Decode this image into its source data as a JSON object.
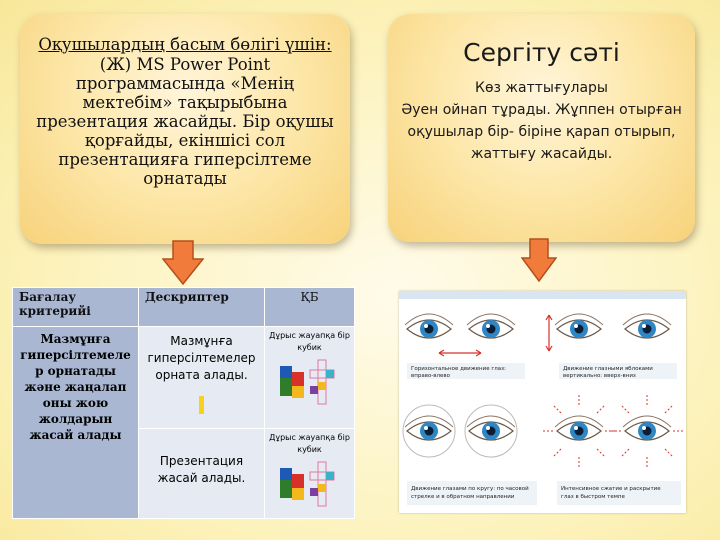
{
  "left_card": {
    "title": "Оқушылардың басым бөлігі үшін:",
    "body": "(Ж)  MS Power Point программасында «Менің мектебім» тақырыбына презентация жасайды. Бір оқушы қорғайды, екіншісі сол презентацияға гиперсілтеме орнатады"
  },
  "right_card": {
    "title": "Сергіту сәті",
    "line1": "Көз жаттығулары",
    "body": "Әуен ойнап тұрады. Жұппен отырған оқушылар  бір- біріне қарап отырып, жаттығу жасайды."
  },
  "table": {
    "headers": [
      "Бағалау критерийі",
      "Дескриптер",
      "ҚБ"
    ],
    "criterion": "Мазмұнға гиперсілтемеле р орнатады және жаңалап оны жою жолдарын жасай алады",
    "rows": [
      {
        "descriptor": "Мазмұнға гиперсілтемелер орната алады.",
        "feedback": "Дұрыс жауапқа бір кубик"
      },
      {
        "descriptor": "Презентация жасай алады.",
        "feedback": "Дұрыс жауапқа бір кубик"
      }
    ]
  },
  "eyes": {
    "captions": [
      "Горизонтальное движение глаз: вправо-влево",
      "Движение глазными яблоками вертикально: вверх-вниз",
      "Движение глазами по кругу: по часовой стрелке и в обратном направлении",
      "Интенсивное сжатие и раскрытие глаз в быстром темпе"
    ]
  },
  "colors": {
    "card_fill": "#fde8ac",
    "arrow": "#f07b3a",
    "table_header": "#a9b7d3",
    "table_cell": "#e6ebf3",
    "eye_iris": "#2f86c4"
  },
  "icons": [
    "down-arrow-icon",
    "cubes-icon",
    "eye-icon"
  ]
}
